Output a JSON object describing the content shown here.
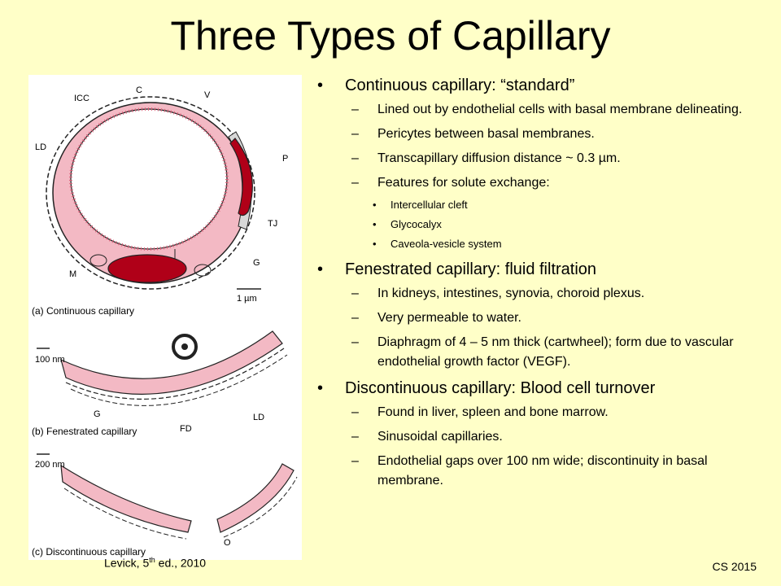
{
  "title": "Three Types of Capillary",
  "figure": {
    "labels": {
      "icc": "ICC",
      "c": "C",
      "v": "V",
      "ld": "LD",
      "p": "P",
      "tj": "TJ",
      "g": "G",
      "m": "M",
      "scale_a": "1 µm",
      "scale_b": "100 nm",
      "scale_c": "200 nm",
      "fd": "FD",
      "o": "O"
    },
    "caption_a": "(a) Continuous capillary",
    "caption_b": "(b) Fenestrated capillary",
    "caption_c": "(c) Discontinuous capillary"
  },
  "credit": {
    "author": "Levick, 5",
    "sup": "th",
    "rest": " ed., 2010"
  },
  "footer": "CS 2015",
  "sections": [
    {
      "heading": "Continuous capillary: “standard”",
      "items": [
        "Lined out by endothelial cells with basal membrane delineating.",
        "Pericytes between basal membranes.",
        "Transcapillary diffusion distance ~ 0.3 µm.",
        "Features for solute exchange:"
      ],
      "subitems": [
        "Intercellular cleft",
        "Glycocalyx",
        "Caveola-vesicle system"
      ]
    },
    {
      "heading": "Fenestrated capillary: fluid filtration",
      "items": [
        "In kidneys, intestines, synovia, choroid plexus.",
        "Very permeable to water.",
        "Diaphragm of 4 – 5 nm thick (cartwheel); form due to vascular endothelial growth factor (VEGF)."
      ]
    },
    {
      "heading": "Discontinuous capillary: Blood cell turnover",
      "items": [
        "Found in liver, spleen and bone marrow.",
        "Sinusoidal capillaries.",
        "Endothelial gaps over 100 nm wide; discontinuity in basal membrane."
      ]
    }
  ]
}
